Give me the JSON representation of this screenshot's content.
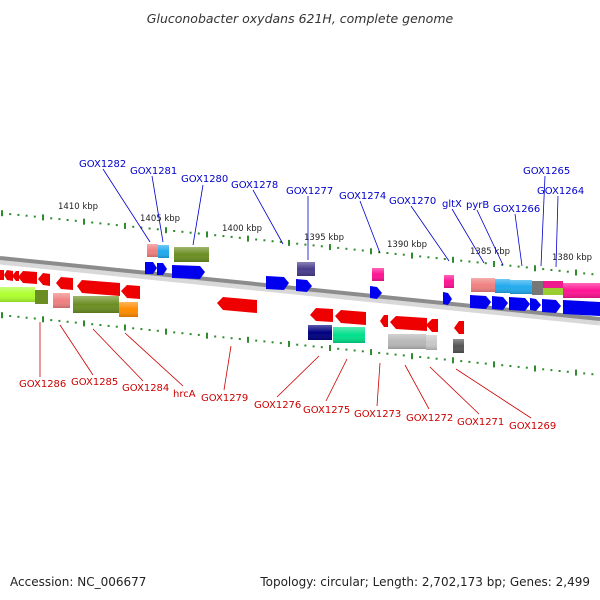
{
  "header": {
    "title": "Gluconobacter oxydans 621H, complete genome"
  },
  "colors": {
    "backbone": "#8c8c8c",
    "tick": "#2e8b2e",
    "upper_label": "#0000cc",
    "lower_label": "#cc0000",
    "forward_gene": "#0000ee",
    "reverse_gene": "#ee0000"
  },
  "scale": {
    "upper_kbp_labels": [
      "1410 kbp",
      "1405 kbp",
      "1400 kbp",
      "1395 kbp",
      "1390 kbp",
      "1385 kbp",
      "1380 kbp"
    ]
  },
  "labels": {
    "upper": [
      "GOX1282",
      "GOX1281",
      "GOX1280",
      "GOX1278",
      "GOX1277",
      "GOX1274",
      "GOX1270",
      "gltX",
      "pyrB",
      "GOX1266",
      "GOX1265",
      "GOX1264"
    ],
    "lower": [
      "GOX1286",
      "GOX1285",
      "GOX1284",
      "hrcA",
      "GOX1279",
      "GOX1276",
      "GOX1275",
      "GOX1273",
      "GOX1272",
      "GOX1271",
      "GOX1269"
    ]
  },
  "footer": {
    "accession": "Accession: NC_006677",
    "topology": "Topology: circular;",
    "length": "Length: 2,702,173 bp;",
    "genes": "Genes: 2,499"
  }
}
